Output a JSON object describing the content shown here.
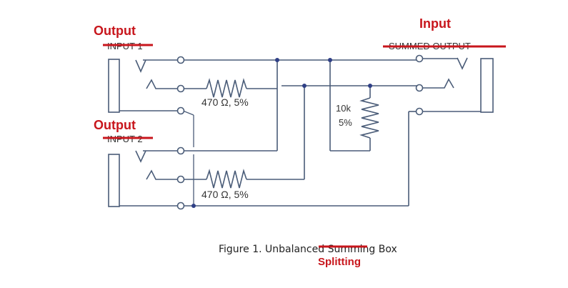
{
  "labels": {
    "output_1": "Output",
    "input_1_old": "INPUT 1",
    "output_2": "Output",
    "input_2_old": "INPUT 2",
    "input_top": "Input",
    "summed_old": "SUMMED OUTPUT",
    "r1": "470 Ω, 5%",
    "r2": "470 Ω, 5%",
    "r3_value": "10k",
    "r3_tol": "5%"
  },
  "caption": {
    "prefix": "Figure 1. Unbalanced ",
    "struck": "Summing",
    "suffix": " Box",
    "replacement": "Splitting"
  },
  "colors": {
    "wire": "#4a5c78",
    "junction": "#2f3f86",
    "correction_red": "#c8161c"
  }
}
